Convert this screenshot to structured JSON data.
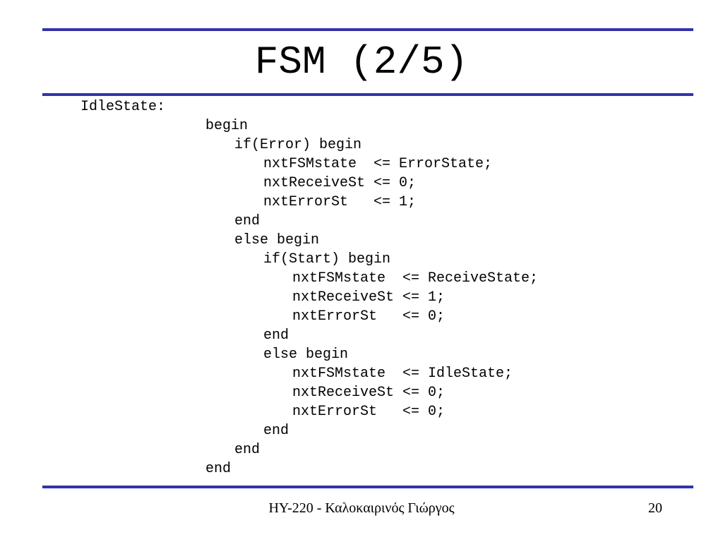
{
  "slide": {
    "title": "FSM (2/5)",
    "footer": "HY-220 - Καλοκαιρινός Γιώργος",
    "page_number": "20",
    "rule_color": "#3333aa"
  },
  "code": {
    "lines": [
      "IdleState:",
      "begin",
      "if(Error) begin",
      "nxtFSMstate  <= ErrorState;",
      "nxtReceiveSt <= 0;",
      "nxtErrorSt   <= 1;",
      "end",
      "else begin",
      "if(Start) begin",
      "nxtFSMstate  <= ReceiveState;",
      "nxtReceiveSt <= 1;",
      "nxtErrorSt   <= 0;",
      "end",
      "else begin",
      "nxtFSMstate  <= IdleState;",
      "nxtReceiveSt <= 0;",
      "nxtErrorSt   <= 0;",
      "end",
      "end",
      "end"
    ]
  }
}
